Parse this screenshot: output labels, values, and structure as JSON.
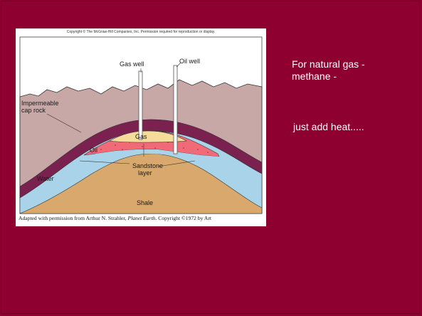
{
  "figure": {
    "copyright": "Copyright © The McGraw-Hill Companies, Inc. Permission required for reproduction or display.",
    "caption_prefix": "Adapted with permission from Arthur N. Strahler, ",
    "caption_title": "Planet Earth",
    "caption_suffix": ". Copyright ©1972 by Art",
    "labels": {
      "gas_well": "Gas well",
      "oil_well": "Oil well",
      "cap_rock_1": "Impermeable",
      "cap_rock_2": "cap rock",
      "gas": "Gas",
      "oil": "Oil",
      "sandstone_1": "Sandstone",
      "sandstone_2": "layer",
      "water": "Water",
      "shale": "Shale"
    },
    "colors": {
      "surface": "#c7a8a6",
      "cap_rock": "#7a2150",
      "gas": "#f5dc9a",
      "oil": "#f06a78",
      "water": "#a9d3e8",
      "shale": "#d9a86c"
    }
  },
  "text": {
    "gas_line1": "For natural gas  -",
    "gas_line2": "methane -",
    "heat": "just add heat....."
  }
}
